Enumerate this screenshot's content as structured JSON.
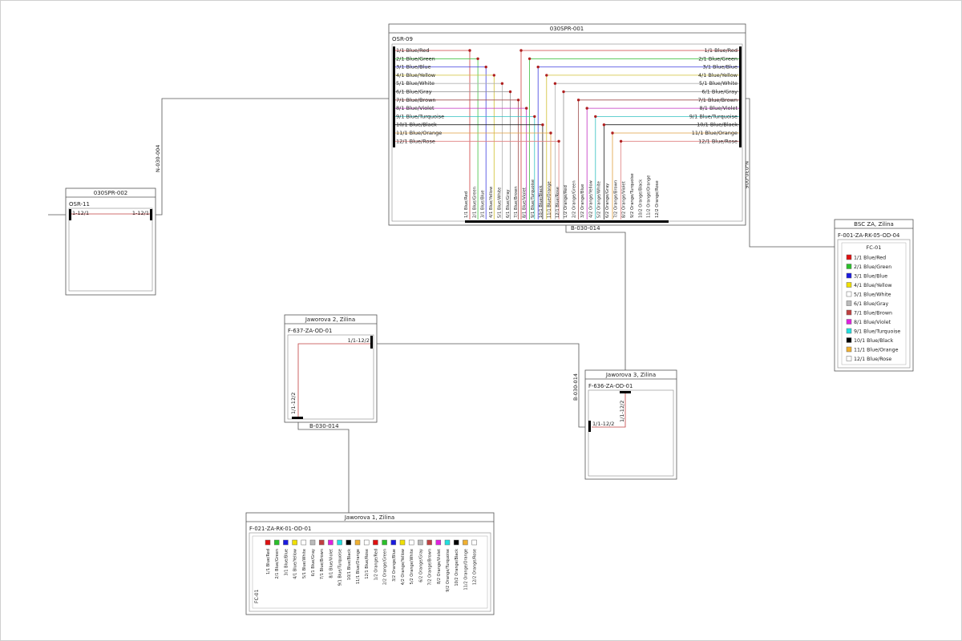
{
  "colors": {
    "Red": "#e01010",
    "Green": "#2ac02a",
    "Blue": "#1a1ae0",
    "Yellow": "#f0e000",
    "White": "#ffffff",
    "Gray": "#bbbbbb",
    "Brown": "#c04040",
    "Violet": "#e020e0",
    "Turquoise": "#20e0e0",
    "Black": "#000000",
    "Orange": "#f0b030",
    "Rose": "#ffffff"
  },
  "wire_colors": {
    "Red": "#d04040",
    "Green": "#40c040",
    "Blue": "#4040e0",
    "Yellow": "#d0c030",
    "White": "#b0b0b0",
    "Gray": "#909090",
    "Brown": "#a05050",
    "Violet": "#c030c0",
    "Turquoise": "#30c0c0",
    "Black": "#202020",
    "Orange": "#e0a040",
    "Rose": "#e08080"
  },
  "blue_fibers": [
    {
      "label": "1/1 Blue/Red",
      "color": "Red"
    },
    {
      "label": "2/1 Blue/Green",
      "color": "Green"
    },
    {
      "label": "3/1 Blue/Blue",
      "color": "Blue"
    },
    {
      "label": "4/1 Blue/Yellow",
      "color": "Yellow"
    },
    {
      "label": "5/1 Blue/White",
      "color": "White"
    },
    {
      "label": "6/1 Blue/Gray",
      "color": "Gray"
    },
    {
      "label": "7/1 Blue/Brown",
      "color": "Brown"
    },
    {
      "label": "8/1 Blue/Violet",
      "color": "Violet"
    },
    {
      "label": "9/1 Blue/Turquoise",
      "color": "Turquoise"
    },
    {
      "label": "10/1 Blue/Black",
      "color": "Black"
    },
    {
      "label": "11/1 Blue/Orange",
      "color": "Orange"
    },
    {
      "label": "12/1 Blue/Rose",
      "color": "Rose"
    }
  ],
  "bottom_fibers": [
    {
      "label": "1/1 Blue/Red",
      "color": "Red"
    },
    {
      "label": "2/1 Blue/Green",
      "color": "Green"
    },
    {
      "label": "3/1 Blue/Blue",
      "color": "Blue"
    },
    {
      "label": "4/1 Blue/Yellow",
      "color": "Yellow"
    },
    {
      "label": "5/1 Blue/White",
      "color": "White"
    },
    {
      "label": "6/1 Blue/Gray",
      "color": "Gray"
    },
    {
      "label": "7/1 Blue/Brown",
      "color": "Brown"
    },
    {
      "label": "8/1 Blue/Violet",
      "color": "Violet"
    },
    {
      "label": "9/1 Blue/Turquoise",
      "color": "Turquoise"
    },
    {
      "label": "10/1 Blue/Black",
      "color": "Black"
    },
    {
      "label": "11/1 Blue/Orange",
      "color": "Orange"
    },
    {
      "label": "12/1 Blue/Rose",
      "color": "Rose"
    },
    {
      "label": "1/2 Orange/Red",
      "color": "Red"
    },
    {
      "label": "2/2 Orange/Green",
      "color": "Green"
    },
    {
      "label": "3/2 Orange/Blue",
      "color": "Blue"
    },
    {
      "label": "4/2 Orange/Yellow",
      "color": "Yellow"
    },
    {
      "label": "5/2 Orange/White",
      "color": "White"
    },
    {
      "label": "6/2 Orange/Gray",
      "color": "Gray"
    },
    {
      "label": "7/2 Orange/Brown",
      "color": "Brown"
    },
    {
      "label": "8/2 Orange/Violet",
      "color": "Violet"
    },
    {
      "label": "9/2 Orange/Turquoise",
      "color": "Turquoise"
    },
    {
      "label": "10/2 Orange/Black",
      "color": "Black"
    },
    {
      "label": "11/2 Orange/Orange",
      "color": "Orange"
    },
    {
      "label": "12/2 Orange/Rose",
      "color": "Rose"
    }
  ],
  "splice_030": {
    "title": "030SPR-001",
    "subtitle": "OSR-09"
  },
  "splice_002": {
    "title": "030SPR-002",
    "subtitle": "OSR-11",
    "port_left": "1-12/1",
    "port_right": "1-12/1"
  },
  "bsc": {
    "title": "BSC ZA, Zilina",
    "odf": "F-001-ZA-RK-05-OD-04",
    "fc": "FC-01"
  },
  "jav2": {
    "title": "Jaworova 2, Zilina",
    "odf": "F-637-ZA-OD-01",
    "port_top": "1/1-12/2",
    "port_left": "1/1-12/2"
  },
  "jav3": {
    "title": "Jaworova 3, Zilina",
    "odf": "F-636-ZA-OD-01",
    "port_left": "1/1-12/2",
    "port_top": "1/1-12/2"
  },
  "jav1": {
    "title": "Jaworova 1, Zilina",
    "odf": "F-021-ZA-RK-01-OD-01",
    "fc": "FC-01"
  },
  "cables": {
    "c1": "N-030-004",
    "c2": "N-030-006",
    "c3": "B-030-014",
    "c4": "B-030-014",
    "c5": "B-030-014"
  }
}
